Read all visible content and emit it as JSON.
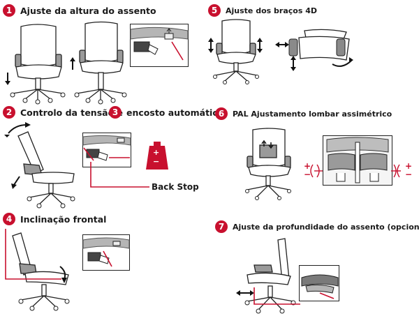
{
  "steps": [
    {
      "number": "1",
      "title": "Ajuste da altura do assento"
    },
    {
      "number": "2",
      "title": "Controlo da tensão e"
    },
    {
      "number": "3",
      "title": "encosto automático"
    },
    {
      "number": "4",
      "title": "Inclinação frontal"
    },
    {
      "number": "5",
      "title": "Ajuste dos braços 4D"
    },
    {
      "number": "6",
      "title": "PAL Ajustamento lombar assimétrico"
    },
    {
      "number": "7",
      "title": "Ajuste da profundidade do assento (opcional)"
    }
  ],
  "labels": {
    "back_stop": "Back Stop",
    "plus": "+",
    "minus": "−"
  },
  "colors": {
    "accent": "#c8102e",
    "line": "#222222",
    "shade": "#9a9a9a"
  }
}
